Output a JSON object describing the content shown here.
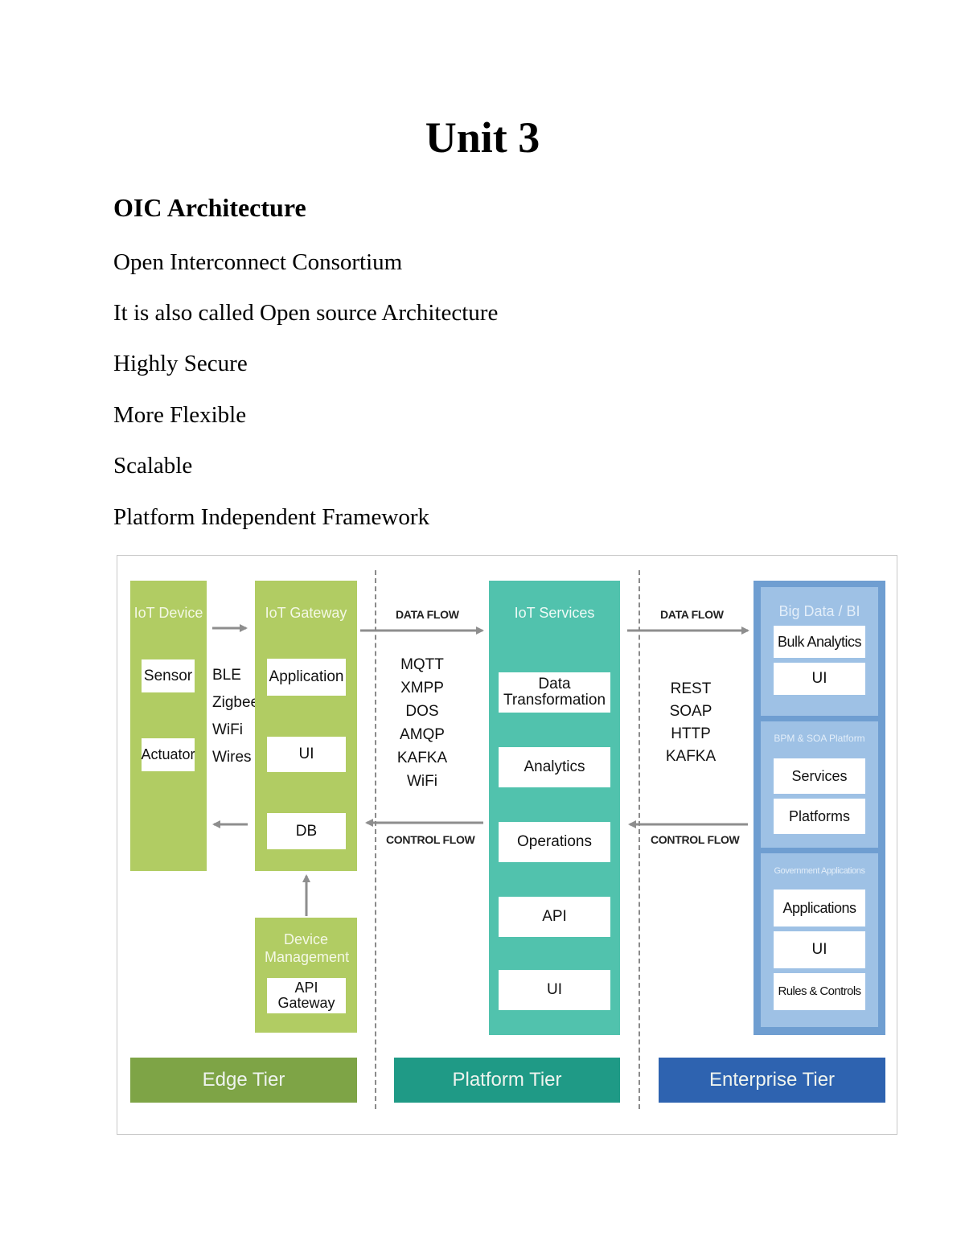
{
  "title": "Unit 3",
  "heading": "OIC Architecture",
  "lines": [
    "Open Interconnect Consortium",
    "It is also called Open source Architecture",
    "Highly Secure",
    "More Flexible",
    "Scalable",
    "Platform Independent Framework"
  ],
  "diagram": {
    "iot_device": {
      "title": "IoT Device",
      "items": [
        "Sensor",
        "Actuator"
      ]
    },
    "device_protocols": [
      "BLE",
      "Zigbee",
      "WiFi",
      "Wires"
    ],
    "iot_gateway": {
      "title": "IoT Gateway",
      "items": [
        "Application",
        "UI",
        "DB"
      ]
    },
    "device_management": {
      "title": "Device Management",
      "item": "API Gateway"
    },
    "data_flow_label": "DATA FLOW",
    "control_flow_label": "CONTROL FLOW",
    "gateway_protocols": [
      "MQTT",
      "XMPP",
      "DOS",
      "AMQP",
      "KAFKA",
      "WiFi"
    ],
    "iot_services": {
      "title": "IoT Services",
      "items": [
        "Data Transformation",
        "Analytics",
        "Operations",
        "API",
        "UI"
      ]
    },
    "enterprise_protocols": [
      "REST",
      "SOAP",
      "HTTP",
      "KAFKA"
    ],
    "big_data": {
      "title": "Big Data / BI",
      "items": [
        "Bulk Analytics",
        "UI"
      ]
    },
    "bpm_soa": {
      "title": "BPM & SOA Platform",
      "items": [
        "Services",
        "Platforms"
      ]
    },
    "gov_apps": {
      "title": "Government Applications",
      "items": [
        "Applications",
        "UI",
        "Rules & Controls"
      ]
    },
    "tiers": [
      "Edge Tier",
      "Platform Tier",
      "Enterprise Tier"
    ],
    "colors": {
      "edge_green": "#b1cc63",
      "edge_tier": "#7ea446",
      "platform_teal": "#51c2ad",
      "platform_tier": "#1f9a86",
      "enterprise_blue": "#6f9ed1",
      "enterprise_inner": "#9ec1e5",
      "enterprise_tier": "#2e63b0",
      "arrow_gray": "#8e8e8e"
    }
  }
}
